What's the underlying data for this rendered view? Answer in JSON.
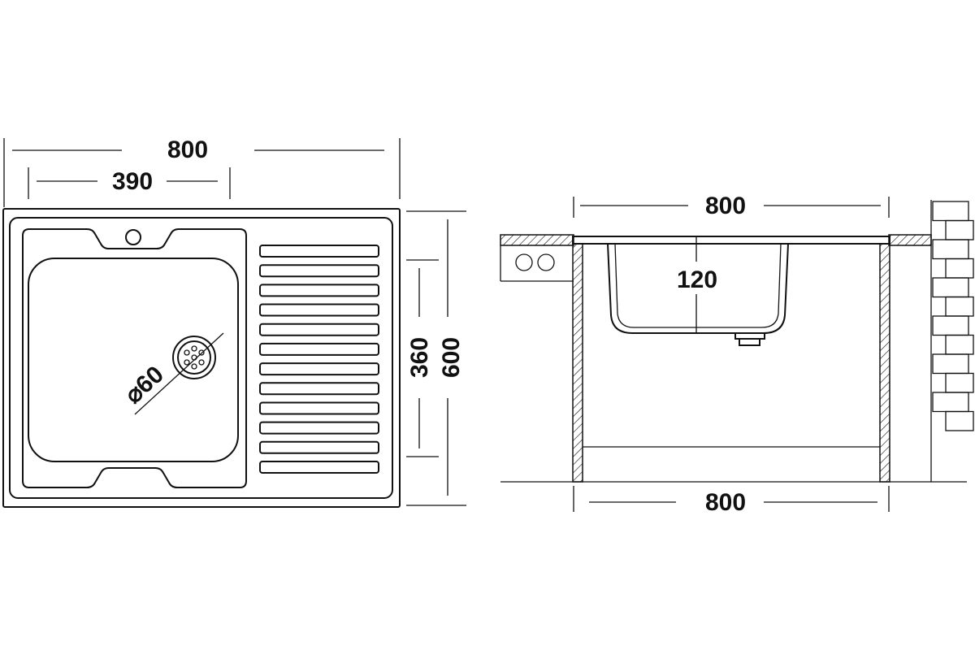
{
  "top_view": {
    "overall_width": "800",
    "bowl_width": "390",
    "bowl_depth": "360",
    "overall_depth": "600",
    "drain_diameter": "⌀60"
  },
  "side_view": {
    "top_width": "800",
    "bowl_height": "120",
    "bottom_width": "800"
  },
  "drainer_rib_count": 12
}
